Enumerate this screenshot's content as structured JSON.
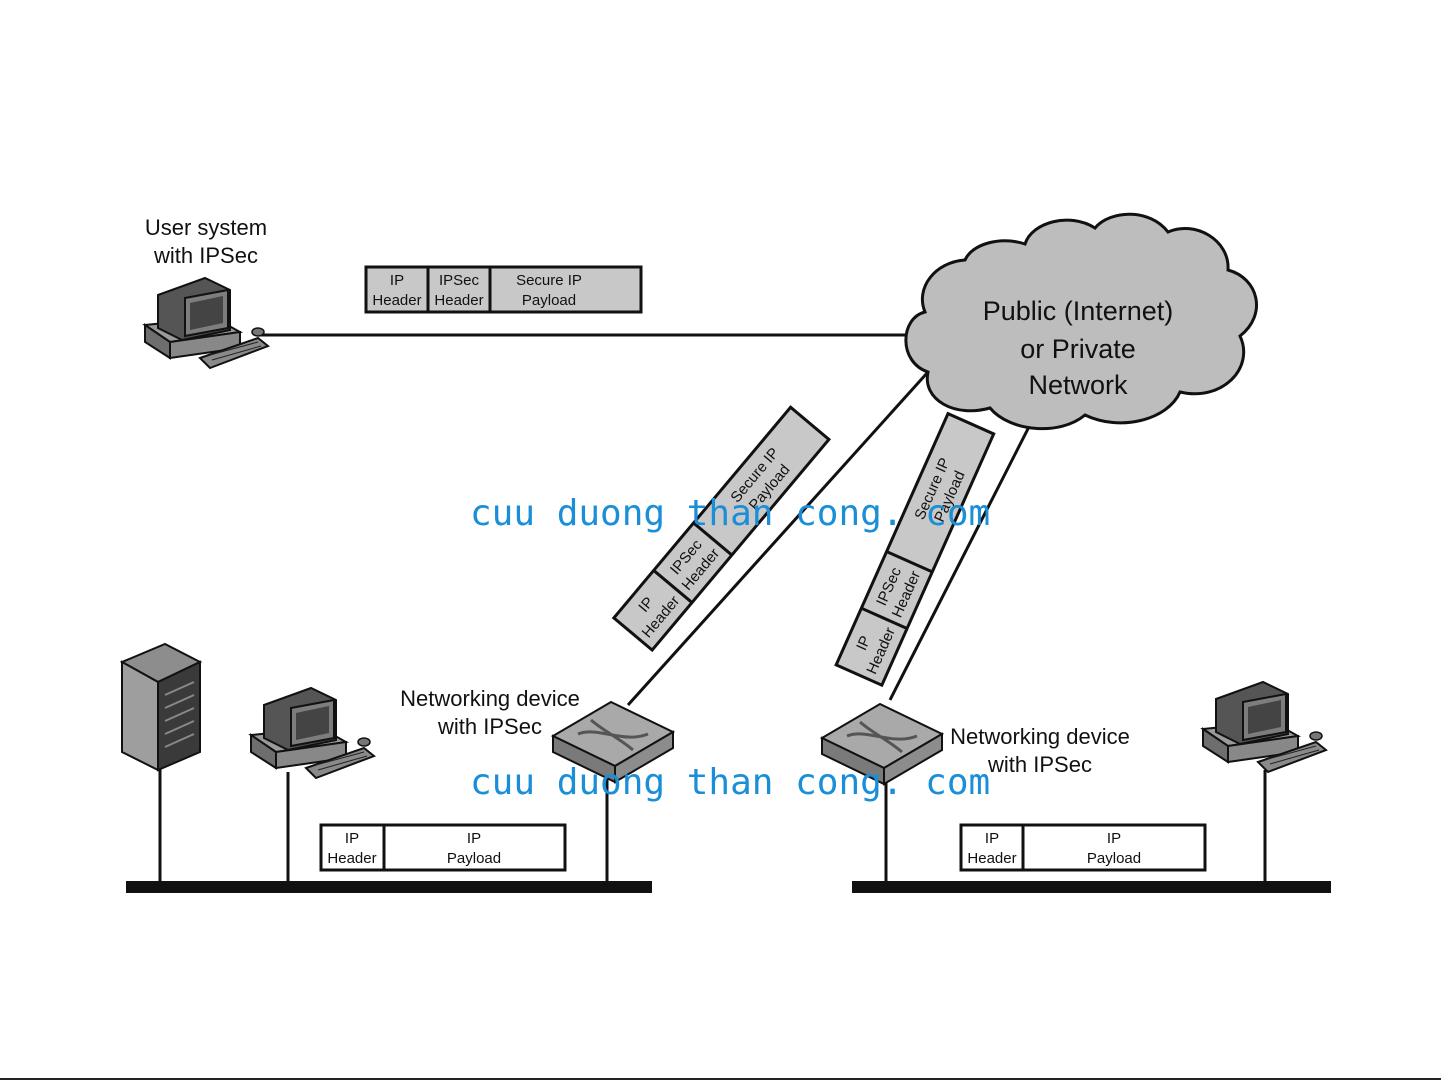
{
  "cloud": {
    "line1": "Public (Internet)",
    "line2": "or Private",
    "line3": "Network"
  },
  "user_system": {
    "line1": "User system",
    "line2": "with IPSec"
  },
  "device_left": {
    "line1": "Networking device",
    "line2": "with IPSec"
  },
  "device_right": {
    "line1": "Networking device",
    "line2": "with IPSec"
  },
  "secure_packet": {
    "ip_header": [
      "IP",
      "Header"
    ],
    "ipsec_header": [
      "IPSec",
      "Header"
    ],
    "payload": [
      "Secure IP",
      "Payload"
    ]
  },
  "plain_packet": {
    "ip_header": [
      "IP",
      "Header"
    ],
    "payload": [
      "IP",
      "Payload"
    ]
  },
  "watermark": "cuu duong than cong. com",
  "colors": {
    "packet_fill": "#c8c8c8",
    "cloud_fill": "#bdbdbd",
    "watermark": "#1a8fd8",
    "device_fill": "#a9a9a9"
  }
}
